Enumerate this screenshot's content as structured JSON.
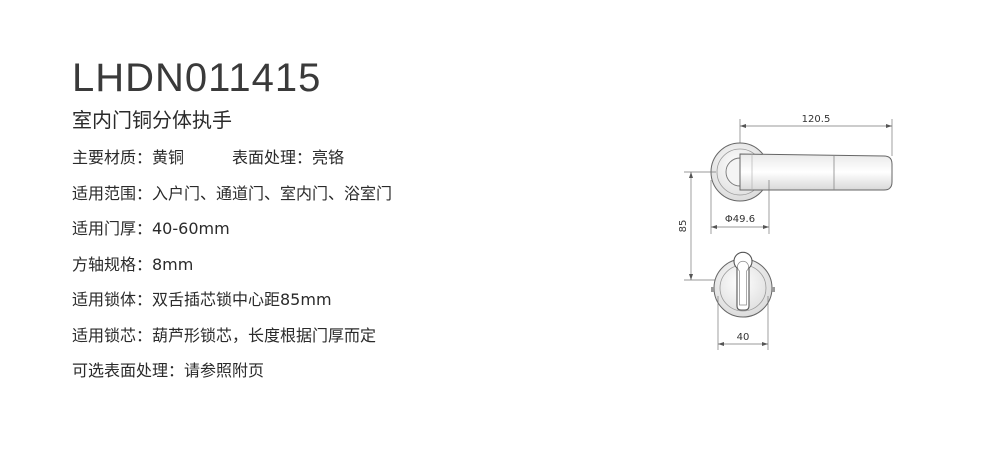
{
  "header": {
    "model_code": "LHDN011415",
    "product_name": "室内门铜分体执手"
  },
  "specs": {
    "material_label": "主要材质：",
    "material_value": "黄铜",
    "finish_label": "表面处理：",
    "finish_value": "亮铬",
    "usage": "适用范围：入户门、通道门、室内门、浴室门",
    "door_thickness": "适用门厚：40-60mm",
    "spindle": "方轴规格：8mm",
    "lock_body": "适用锁体：双舌插芯锁中心距85mm",
    "lock_cylinder": "适用锁芯：葫芦形锁芯，长度根据门厚而定",
    "finish_options": "可选表面处理：请参照附页"
  },
  "drawing": {
    "dim_length": "120.5",
    "dim_rose_diameter": "Φ49.6",
    "dim_center_distance": "85",
    "dim_escutcheon": "40"
  }
}
